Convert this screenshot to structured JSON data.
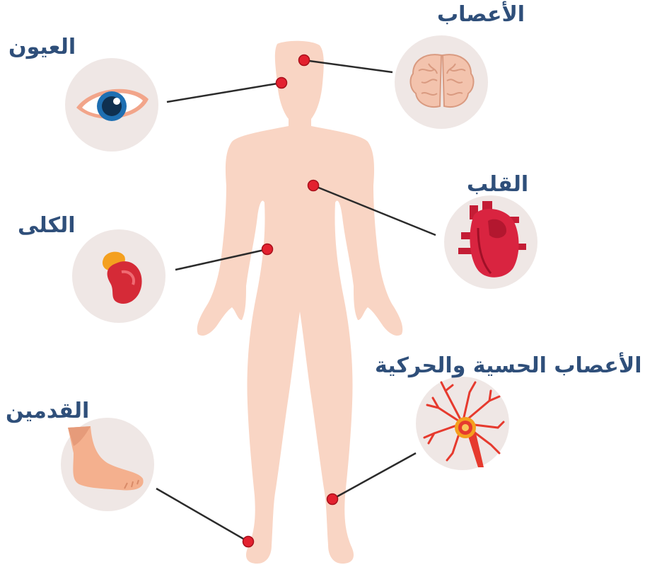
{
  "labels": {
    "nerves": "الأعصاب",
    "eyes": "العيون",
    "heart": "القلب",
    "kidneys": "الكلى",
    "sensory_motor_nerves": "الأعصاب الحسية والحركية",
    "feet": "القدمين"
  },
  "icons": {
    "brain": "brain-icon",
    "eye": "eye-icon",
    "heart": "heart-icon",
    "kidney": "kidney-icon",
    "neuron": "neuron-icon",
    "foot": "foot-icon"
  },
  "colors": {
    "label": "#2f4f7a",
    "body": "#f9d5c4",
    "circle": "#efe7e5",
    "marker": "#e3212f",
    "line": "#2b2b2b"
  }
}
